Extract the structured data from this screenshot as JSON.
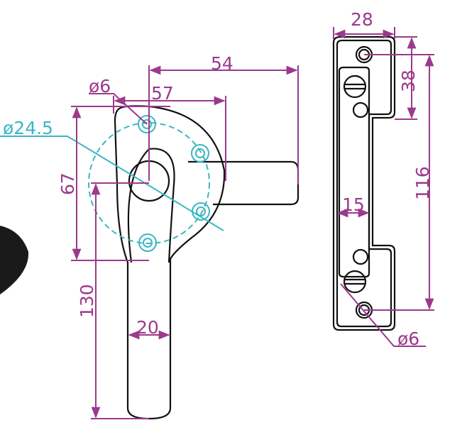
{
  "colors": {
    "dimension": "#9b3a8c",
    "center": "#3cb6c2",
    "outline": "#111111"
  },
  "handle_view": {
    "dim_spindle_length": "54",
    "dim_rosette_width": "57",
    "dim_screw_hole": "ø6",
    "dim_bolt_circle": "ø24.5",
    "dim_rosette_height": "67",
    "dim_handle_length": "130",
    "dim_handle_width": "20"
  },
  "bracket_view": {
    "dim_width": "28",
    "dim_tab_height": "38",
    "dim_hole_spacing": "116",
    "dim_plate_width": "15",
    "dim_hole": "ø6"
  }
}
